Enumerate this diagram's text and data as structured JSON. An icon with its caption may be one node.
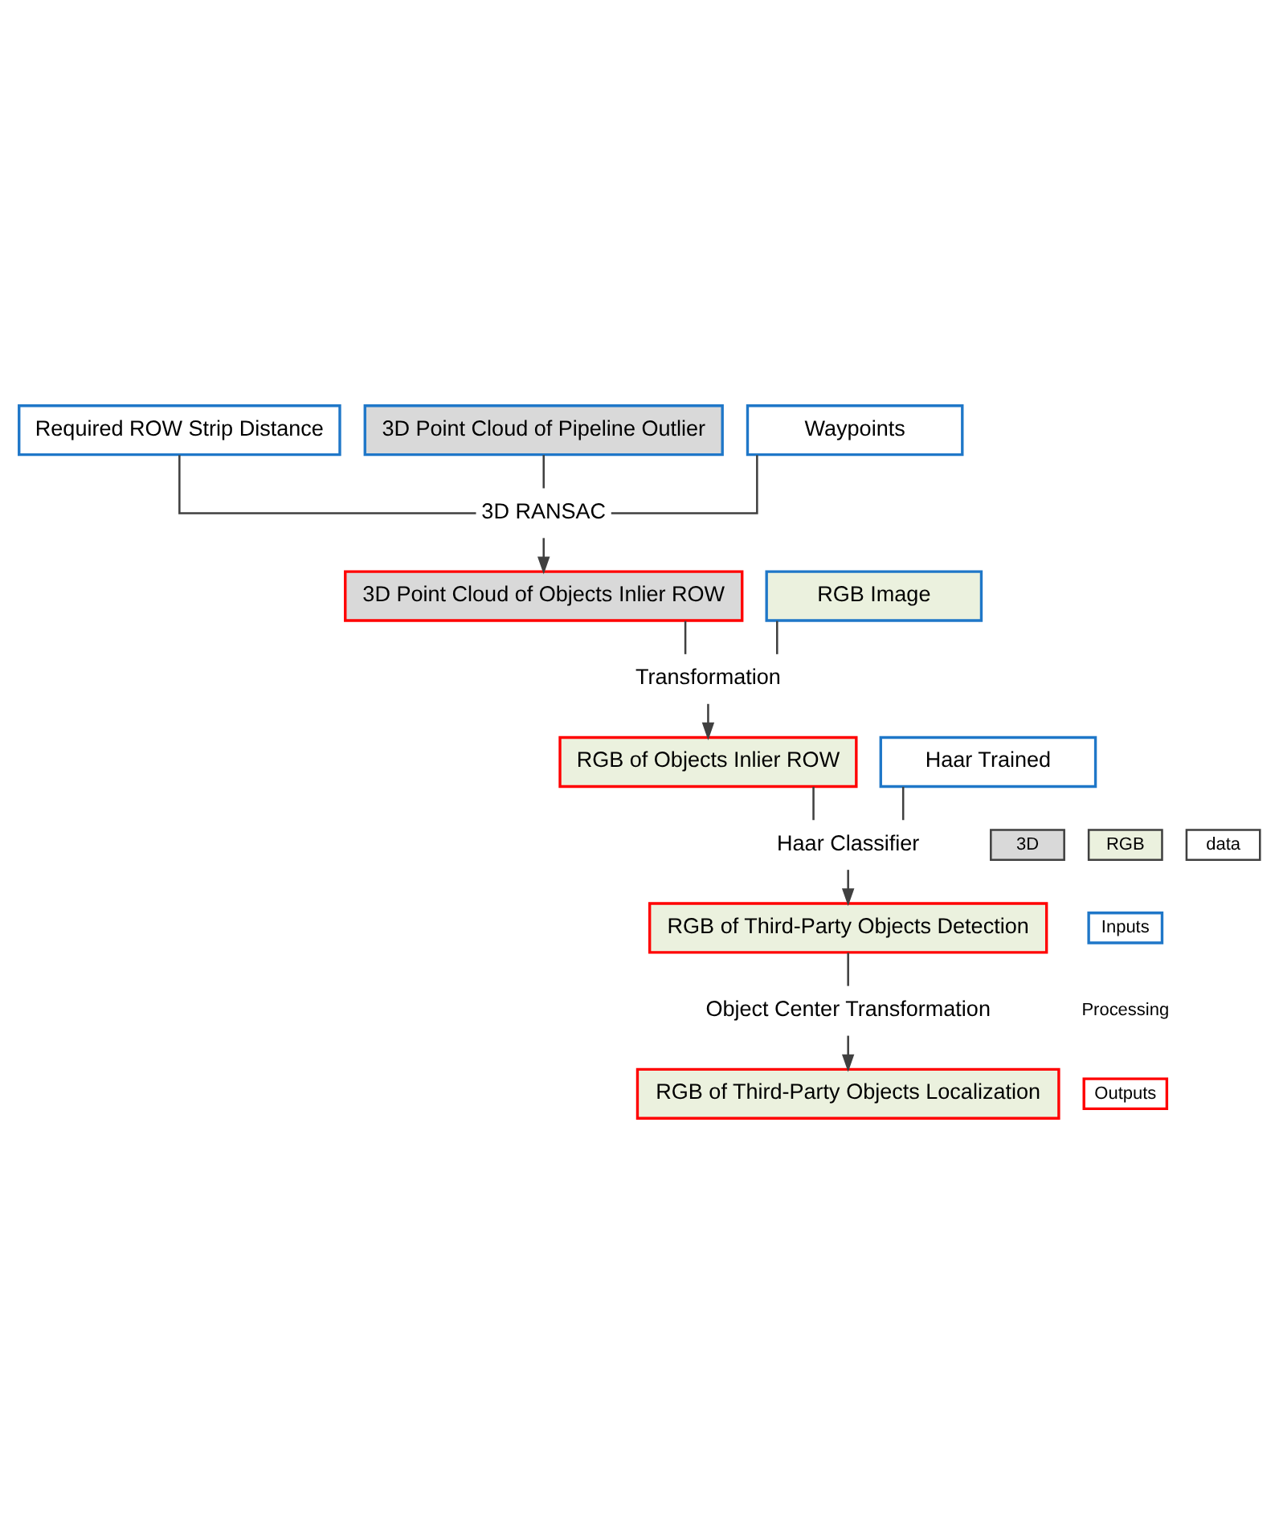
{
  "diagram": {
    "nodes": [
      {
        "text": [
          "Required ROW Strip Distance"
        ]
      },
      {
        "text": [
          "3D Point Cloud of Pipeline Outlier"
        ]
      },
      {
        "text": [
          "Waypoints"
        ]
      },
      {
        "text": [
          "3D RANSAC"
        ]
      },
      {
        "text": [
          "RGB Image"
        ]
      },
      {
        "text": [
          "3D Point Cloud of Objects Inlier ROW"
        ]
      },
      {
        "text": [
          "Transformation"
        ]
      },
      {
        "text": [
          "RGB of Objects Inlier ROW"
        ]
      },
      {
        "text": [
          "Haar Trained"
        ]
      },
      {
        "text": [
          "Haar Classifier"
        ]
      },
      {
        "text": [
          "RGB of Third-Party Objects Detection"
        ]
      },
      {
        "text": [
          "Object Center Transformation"
        ]
      },
      {
        "text": [
          "RGB of Third-Party Objects Localization"
        ]
      }
    ],
    "edges": [
      {
        "from": 0,
        "to": 3,
        "arrow": "none"
      },
      {
        "from": 1,
        "to": 3,
        "arrow": "none"
      },
      {
        "from": 2,
        "to": 3,
        "arrow": "none"
      },
      {
        "from": 3,
        "to": 5,
        "arrow": "to"
      },
      {
        "from": 4,
        "to": 6,
        "arrow": "none"
      },
      {
        "from": 5,
        "to": 6,
        "arrow": "none"
      },
      {
        "from": 6,
        "to": 7,
        "arrow": "to"
      },
      {
        "from": 7,
        "to": 9,
        "arrow": "none"
      },
      {
        "from": 8,
        "to": 9,
        "arrow": "none"
      },
      {
        "from": 9,
        "to": 10,
        "arrow": "to"
      },
      {
        "from": 10,
        "to": 11,
        "arrow": "none"
      },
      {
        "from": 11,
        "to": 12,
        "arrow": "to"
      }
    ],
    "legend": [
      {
        "text": "3D",
        "color": "#d9d9d9"
      },
      {
        "text": "RGB",
        "color": "#ebf1de"
      },
      {
        "text": "data",
        "color": "#ffffff"
      },
      {
        "text": "Inputs"
      },
      {
        "text": "Processing"
      },
      {
        "text": "Outputs"
      }
    ]
  }
}
